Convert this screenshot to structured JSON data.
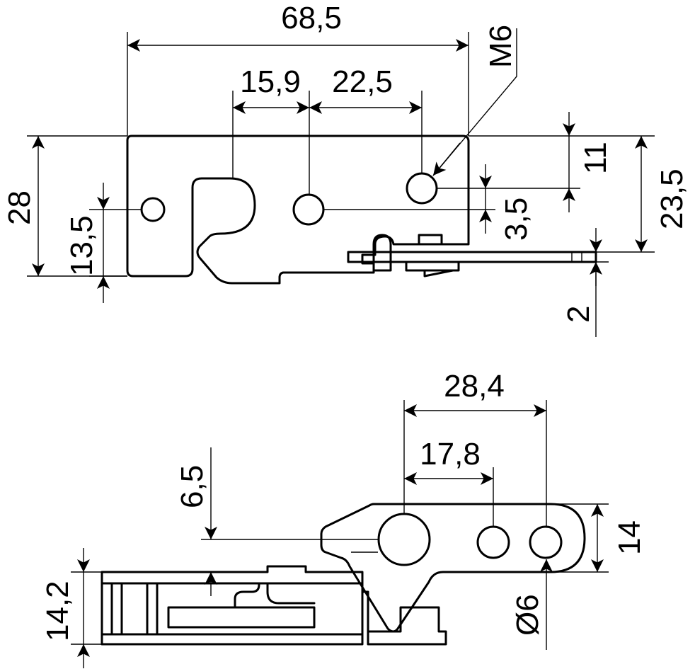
{
  "top_view": {
    "dims": {
      "overall_length": "68,5",
      "hole_spacing_1": "15,9",
      "hole_spacing_2": "22,5",
      "thread": "M6",
      "height_total": "28",
      "hole_height": "13,5",
      "hole_offset_top": "11",
      "hole_offset": "3,5",
      "plate_height": "23,5",
      "plate_thickness": "2"
    }
  },
  "side_view": {
    "dims": {
      "pivot_to_end": "28,4",
      "pivot_to_hole": "17,8",
      "pivot_offset": "6,5",
      "base_height": "14,2",
      "lever_height": "14",
      "hole_diameter": "Ø6"
    }
  },
  "colors": {
    "line": "#000000",
    "background": "#ffffff"
  }
}
